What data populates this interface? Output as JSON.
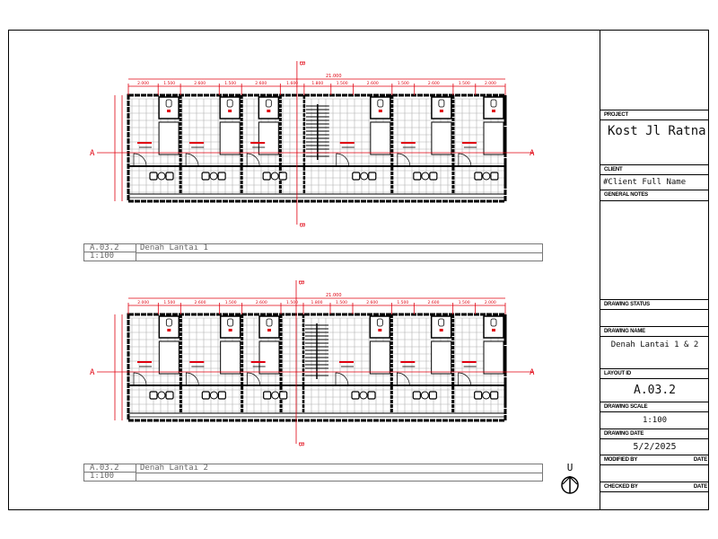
{
  "title_block": {
    "project_label": "PROJECT",
    "project": "Kost Jl Ratna",
    "client_label": "CLIENT",
    "client": "#Client Full Name",
    "general_notes_label": "GENERAL NOTES",
    "drawing_status_label": "DRAWING STATUS",
    "drawing_name_label": "DRAWING NAME",
    "drawing_name": "Denah Lantai 1 & 2",
    "layout_id_label": "LAYOUT ID",
    "layout_id": "A.03.2",
    "drawing_scale_label": "DRAWING SCALE",
    "drawing_scale": "1:100",
    "drawing_date_label": "DRAWING DATE",
    "drawing_date": "5/2/2025",
    "modified_by_label": "MODIFIED BY",
    "checked_by_label": "CHECKED BY",
    "date_label": "DATE"
  },
  "plans": [
    {
      "caption_id": "A.03.2",
      "caption_title": "Denah Lantai 1",
      "caption_scale": "1:100",
      "overall_dim": "21.000",
      "dims": [
        "2.000",
        "1.500",
        "2.600",
        "1.500",
        "2.600",
        "1.600",
        "1.800",
        "1.500",
        "2.600",
        "1.500",
        "2.600",
        "1.500",
        "2.000"
      ],
      "section_a": "A",
      "section_b": "B",
      "floor": 1
    },
    {
      "caption_id": "A.03.2",
      "caption_title": "Denah Lantai 2",
      "caption_scale": "1:100",
      "overall_dim": "21.000",
      "dims": [
        "2.000",
        "1.500",
        "2.600",
        "1.500",
        "2.600",
        "1.500",
        "1.800",
        "1.500",
        "2.600",
        "1.500",
        "2.600",
        "1.500",
        "2.000"
      ],
      "section_a": "A",
      "section_b": "B",
      "floor": 2
    }
  ],
  "north_arrow_label": "U",
  "colors": {
    "dimension": "#e0000f",
    "wall": "#000000",
    "tile": "#b0b0b0"
  }
}
